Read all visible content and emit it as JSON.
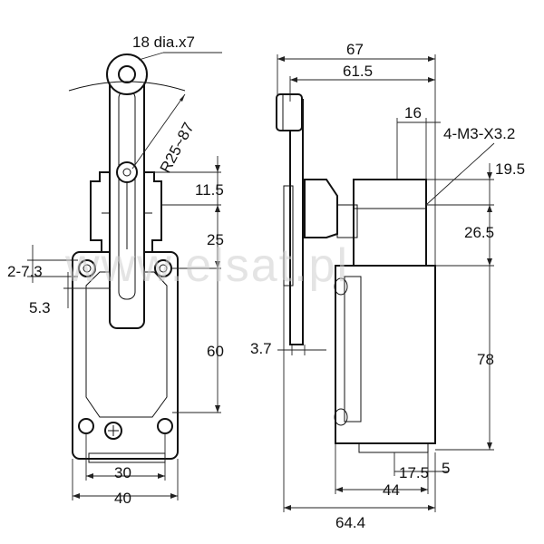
{
  "watermark": "www.elsat.pl",
  "front_view": {
    "roller_label": "18 dia.x7",
    "radius_label": "R25~87",
    "dim_top": "11.5",
    "dim_lever": "25",
    "dim_hole_spacing": "2-7.3",
    "dim_hole_offset": "5.3",
    "dim_body_height": "60",
    "dim_mount_width": "30",
    "dim_total_width": "40"
  },
  "side_view": {
    "dim_total_top": "67",
    "dim_top_inner": "61.5",
    "dim_boss": "16",
    "dim_thread": "4-M3-X3.2",
    "dim_right_top": "19.5",
    "dim_right_mid": "26.5",
    "dim_right_height": "78",
    "dim_plate": "3.7",
    "dim_bottom_small": "17.5",
    "dim_bottom_edge": "5",
    "dim_bottom_body": "44",
    "dim_bottom_total": "64.4"
  }
}
